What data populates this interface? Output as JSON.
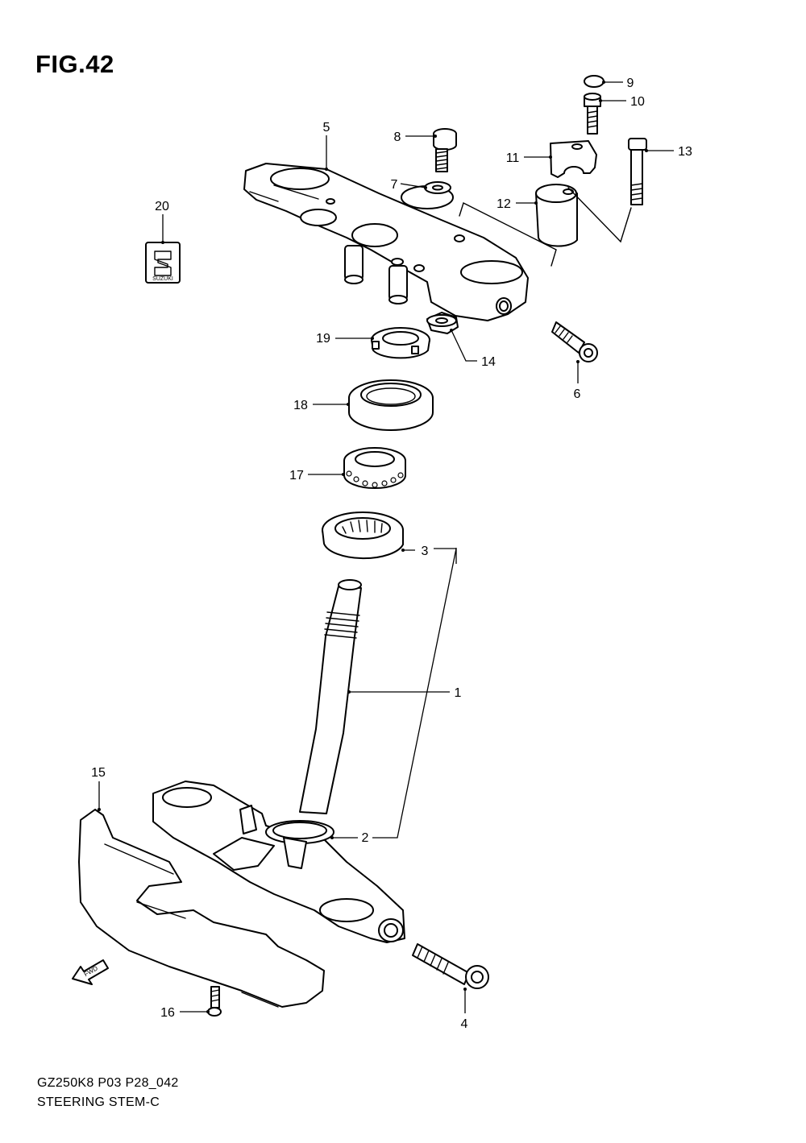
{
  "figure": {
    "title": "FIG.42",
    "model_code": "GZ250K8 P03 P28_042",
    "name": "STEERING STEM-C"
  },
  "emblem": {
    "text": "SUZUKI"
  },
  "fwd_label": "FWD",
  "callouts": {
    "c1": "1",
    "c2": "2",
    "c3": "3",
    "c4": "4",
    "c5": "5",
    "c6": "6",
    "c7": "7",
    "c8": "8",
    "c9": "9",
    "c10": "10",
    "c11": "11",
    "c12": "12",
    "c13": "13",
    "c14": "14",
    "c15": "15",
    "c16": "16",
    "c17": "17",
    "c18": "18",
    "c19": "19",
    "c20": "20"
  }
}
